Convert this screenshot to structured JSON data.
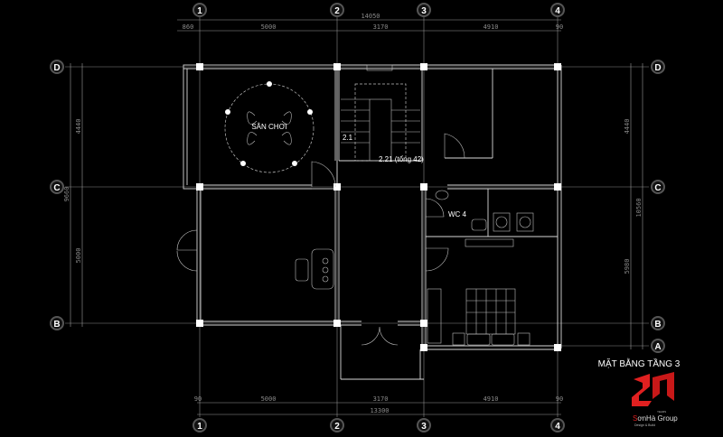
{
  "axes": {
    "columns": [
      "1",
      "2",
      "3",
      "4"
    ],
    "rows": [
      "D",
      "C",
      "B",
      "A"
    ]
  },
  "dimensions": {
    "top_total": "14050",
    "top_segments": [
      "860",
      "5000",
      "3170",
      "4910",
      "90"
    ],
    "bottom_segments": [
      "90",
      "5000",
      "3170",
      "4910",
      "90"
    ],
    "bottom_total": "13300",
    "left_total": "9660",
    "left_segments": [
      "4440",
      "5000"
    ],
    "right_total": "10560",
    "right_segments": [
      "4440",
      "5980"
    ]
  },
  "rooms": {
    "play_area": "SÂN CHƠI",
    "stair_start": "2.1",
    "stair_end": "2.21 (tổng 42)",
    "wc": "WC 4"
  },
  "title": "MẶT BẰNG TẦNG 3",
  "logo": {
    "text": "20 YEARS SơnHà Group Design & Build",
    "color": "#e02020"
  }
}
